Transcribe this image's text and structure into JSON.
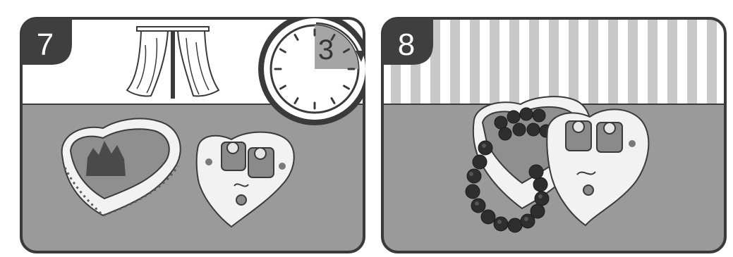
{
  "steps": [
    {
      "number": "7"
    },
    {
      "number": "8"
    }
  ],
  "timer": {
    "value": "3",
    "filled_fraction": 0.25
  },
  "colors": {
    "panel_border": "#3a3a3a",
    "floor": "#9a9a9a",
    "wall_panel7": "#ffffff",
    "stripe_light": "#ffffff",
    "stripe_dark": "#c8c8c8",
    "badge": "#3f3f3f",
    "timer_fill": "#a5a5a5",
    "beads": "#2e2e2e"
  },
  "icons": [
    "curtain-icon",
    "clock-icon",
    "heart-box-open-icon",
    "heart-lid-icon",
    "bracelet-icon"
  ]
}
